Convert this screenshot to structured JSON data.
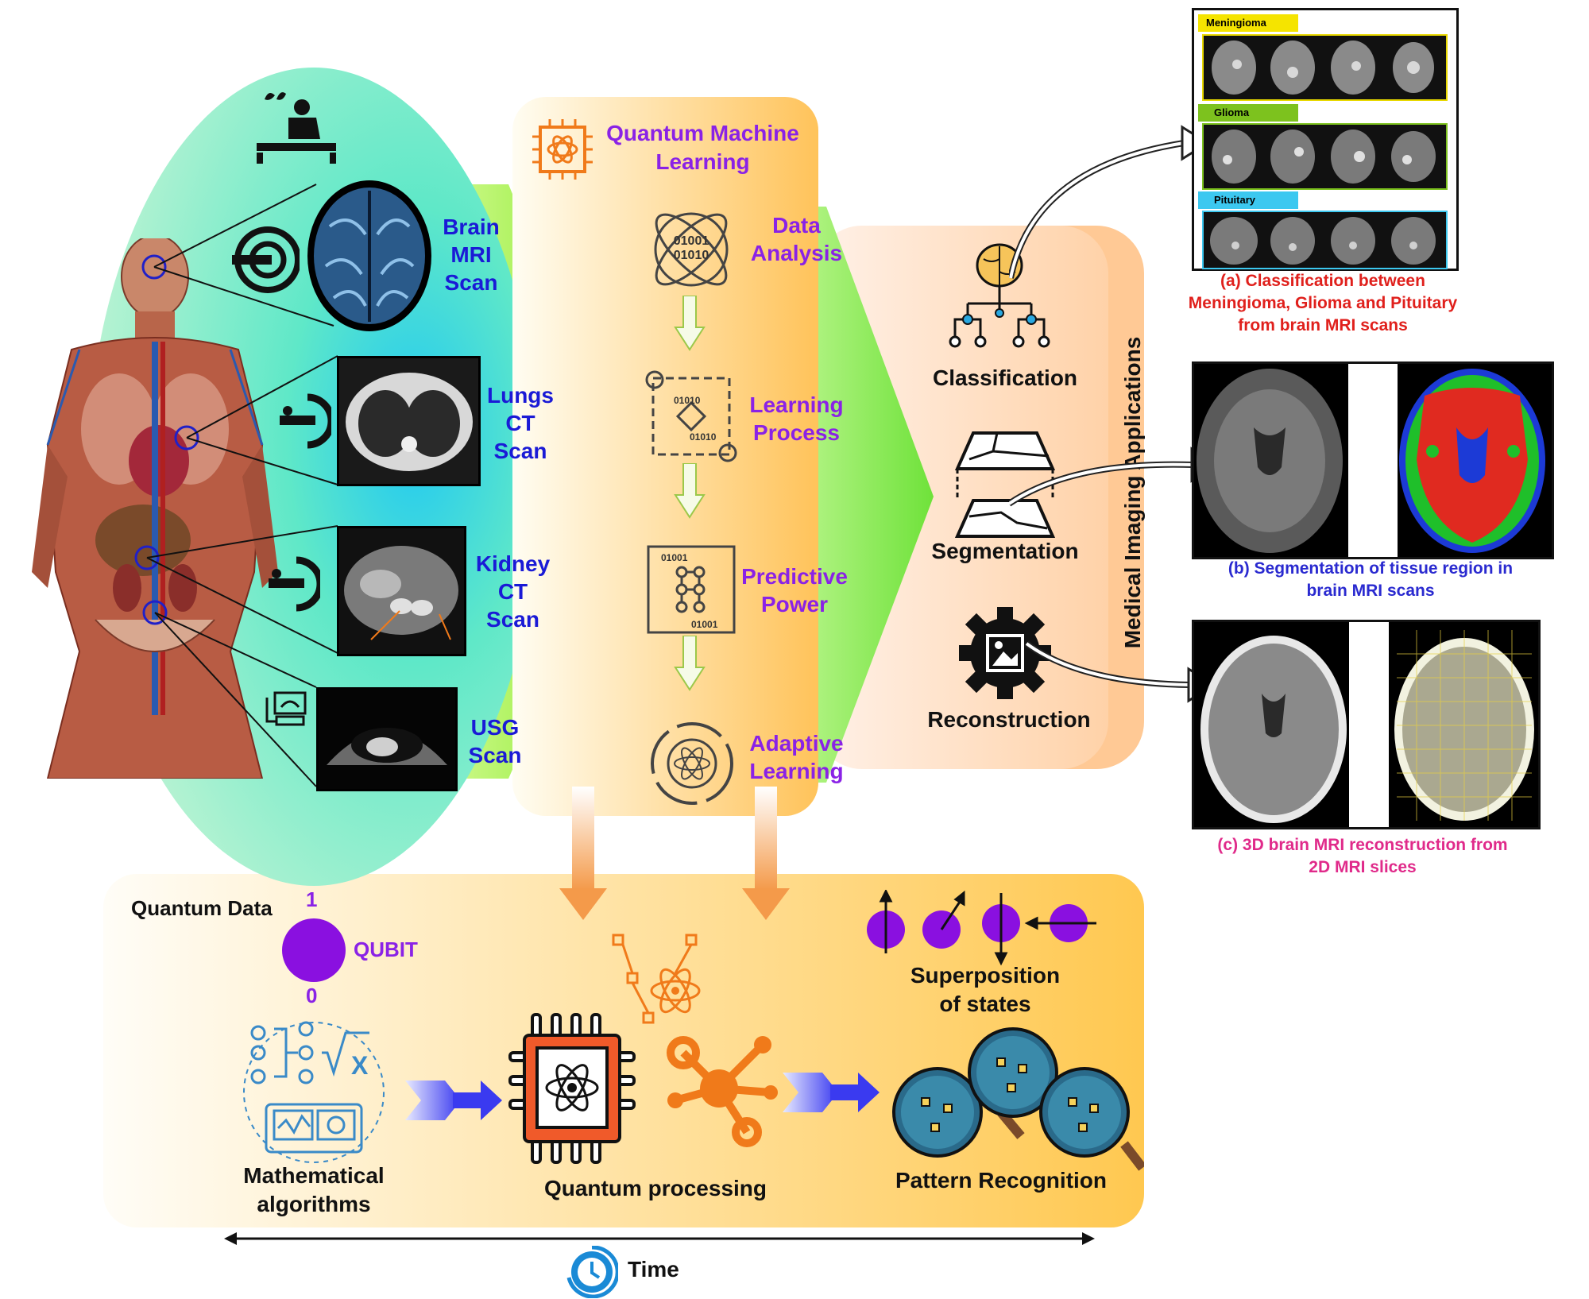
{
  "scans": {
    "brain": "Brain\nMRI\nScan",
    "lungs": "Lungs\nCT\nScan",
    "kidney": "Kidney\nCT\nScan",
    "usg": "USG\nScan"
  },
  "qml": {
    "title": "Quantum Machine\nLearning",
    "steps": [
      "Data\nAnalysis",
      "Learning\nProcess",
      "Predictive\nPower",
      "Adaptive\nLearning"
    ]
  },
  "applications": {
    "vertical_label": "Medical Imaging Applications",
    "items": [
      "Classification",
      "Segmentation",
      "Reconstruction"
    ]
  },
  "panel_a": {
    "tags": [
      "Meningioma",
      "Glioma",
      "Pituitary"
    ],
    "tag_colors": [
      "#f5e400",
      "#7dc21e",
      "#3cc8f0"
    ],
    "caption": "(a) Classification between\nMeningioma, Glioma and Pituitary\nfrom brain MRI scans",
    "caption_color": "#e0201c"
  },
  "panel_b": {
    "caption": "(b) Segmentation of tissue region in\nbrain MRI scans",
    "caption_color": "#2a2ad0"
  },
  "panel_c": {
    "caption": "(c) 3D brain MRI reconstruction from\n2D MRI slices",
    "caption_color": "#e02a8a"
  },
  "quantum": {
    "data_label": "Quantum Data",
    "qubit": "QUBIT",
    "one": "1",
    "zero": "0",
    "superposition": "Superposition\nof states",
    "math": "Mathematical\nalgorithms",
    "processing": "Quantum processing",
    "pattern": "Pattern Recognition",
    "time": "Time"
  },
  "colors": {
    "scan_text": "#1a1ad6",
    "qml_text": "#8a22e6",
    "qubit": "#8a10e0",
    "orange_icon": "#f07a1a"
  }
}
